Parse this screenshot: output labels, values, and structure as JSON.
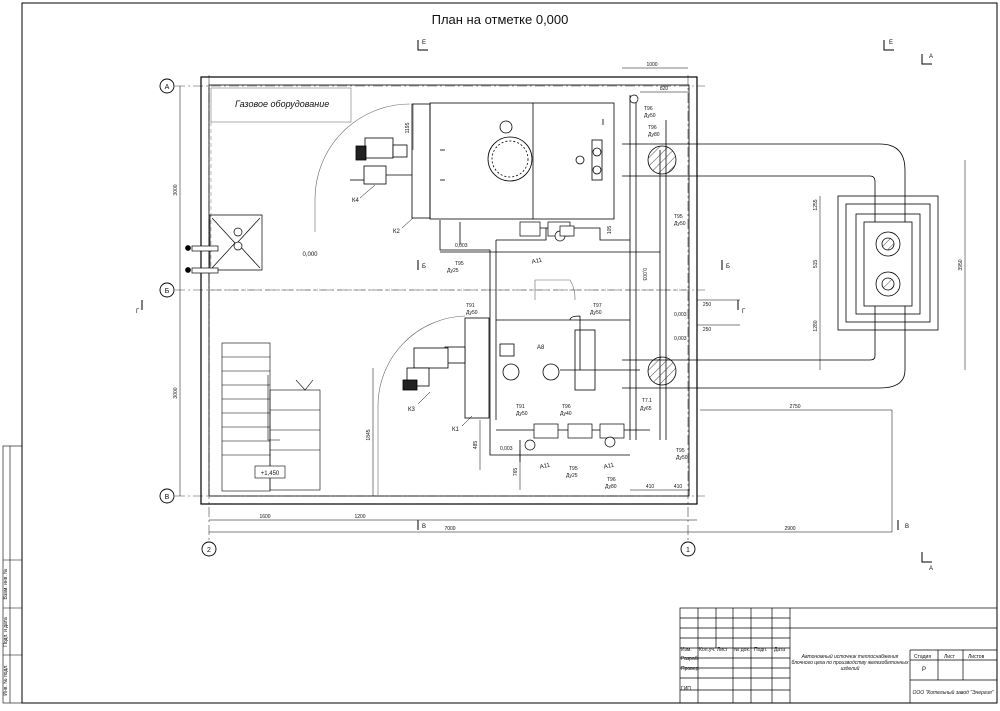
{
  "drawing": {
    "title": "План на отметке 0,000",
    "gas_label": "Газовое оборудование",
    "axes": {
      "a": "А",
      "b": "Б",
      "v": "В",
      "one": "1",
      "two": "2"
    },
    "section_marks": {
      "e": "Е",
      "b": "Б",
      "g": "Г",
      "v": "В",
      "a": "А"
    },
    "level_main": "0,000",
    "level_stair": "+1,450",
    "dims": {
      "d1000": "1000",
      "d820": "820",
      "d1195": "1195",
      "d3000a": "3000",
      "d3000b": "3000",
      "d1600": "1600",
      "d1200": "1200",
      "d7000": "7000",
      "d2900": "2900",
      "d2750": "2750",
      "d3950": "3950",
      "d1255": "1255",
      "d515": "515",
      "d1280": "1280",
      "d1845": "1845",
      "d485": "485",
      "d765": "765",
      "d410a": "410",
      "d410b": "410",
      "d250a": "250",
      "d250b": "250",
      "d105": "105"
    },
    "equipment": {
      "k1": "К1",
      "k2": "К2",
      "k3": "К3",
      "k4": "К4",
      "a11a": "А11",
      "a11b": "А11",
      "a11c": "А11",
      "a8": "А8"
    },
    "pipes": {
      "t96a": "Т96",
      "du50a": "Ду50",
      "t96b": "Т96",
      "du80a": "Ду80",
      "t95a": "Т95",
      "du50b": "Ду50",
      "t95b": "Т95",
      "du25a": "Ду25",
      "slope1": "0,003",
      "slope2": "0,003",
      "slope3": "0,003",
      "slope4": "0,003",
      "slope5": "0,003",
      "t91a": "Т91",
      "du50c": "Ду50",
      "t97": "Т97",
      "du50d": "Ду50",
      "t91b": "Т91",
      "du50e": "Ду50",
      "t96c": "Т96",
      "du40": "Ду40",
      "t71": "Т7.1",
      "du65": "Ду65",
      "t95c": "Т95",
      "du50f": "Ду50",
      "t95d": "Т95",
      "du25b": "Ду25",
      "t96d": "Т96",
      "du80b": "Ду80"
    }
  },
  "side_stamp": {
    "inv_podl": "Инв. № подл.",
    "podp_data": "Подп. и дата",
    "vzam_inv": "Взам. инв. №"
  },
  "title_block": {
    "izm": "Изм.",
    "kol": "Кол.уч.",
    "list": "Лист",
    "ndok": "№ док.",
    "podp": "Подп.",
    "data": "Дата",
    "razrab": "Разраб.",
    "proveril": "Провер.",
    "gip": "ГИП",
    "description": "Автономный источник теплоснабжения блочного цеха по производству железобетонных изделий",
    "stadiya": "Стадия",
    "list2": "Лист",
    "listov": "Листов",
    "stadiya_val": "Р",
    "company": "ООО \"Котельный завод \"Энергия\""
  }
}
